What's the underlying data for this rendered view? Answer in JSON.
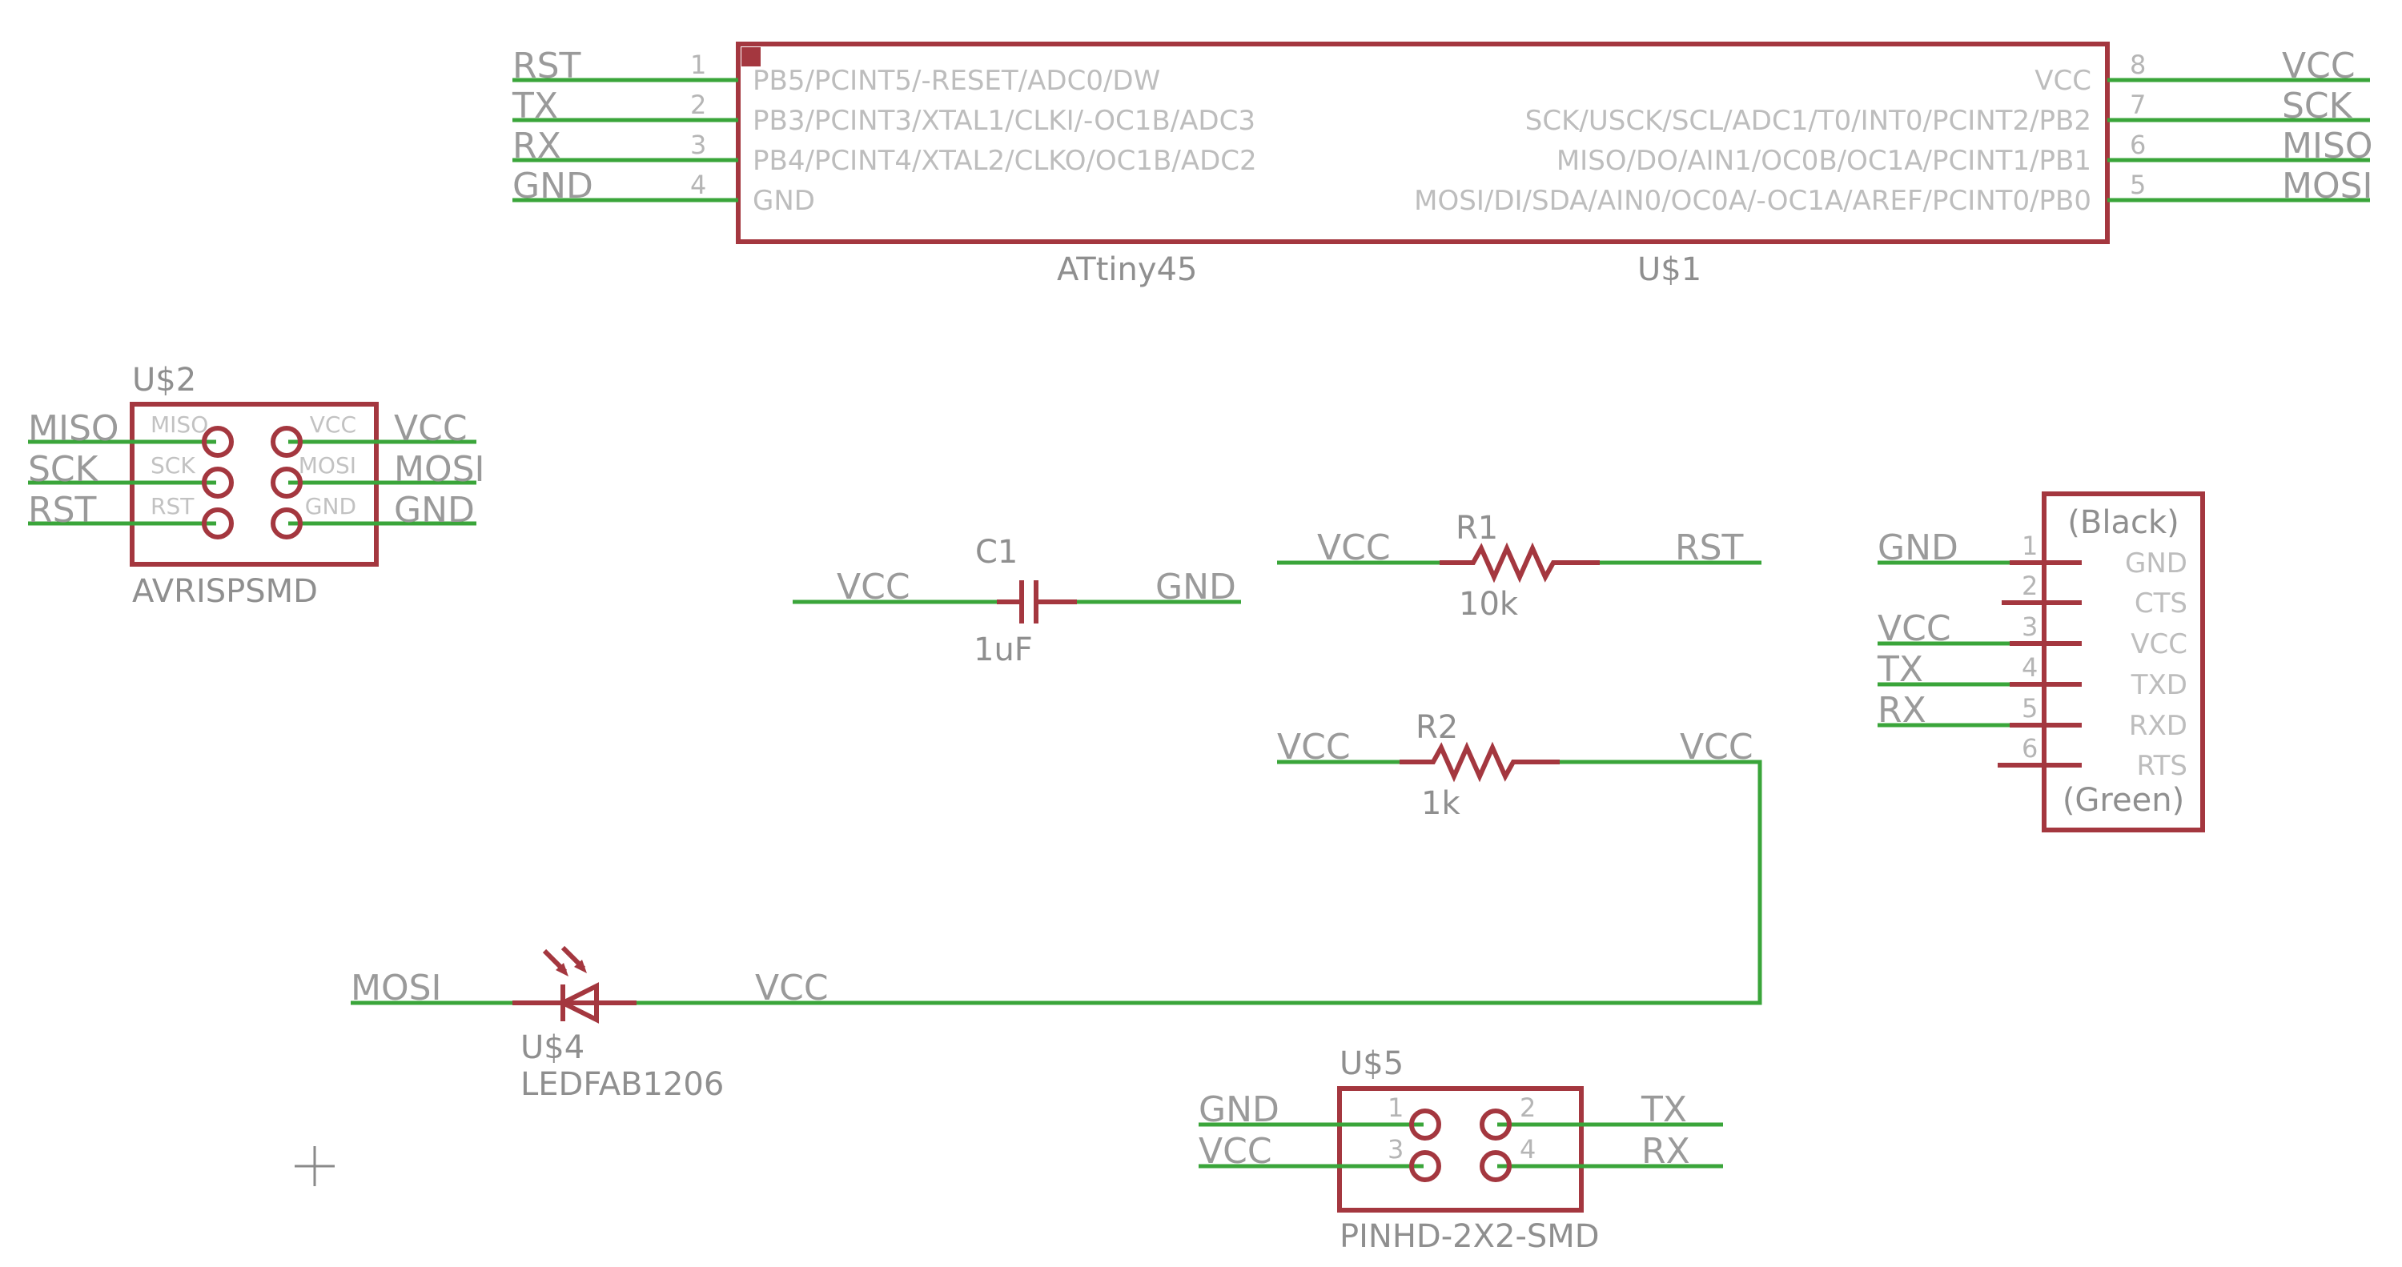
{
  "u1": {
    "name": "ATtiny45",
    "ref": "U$1",
    "left_pins": [
      {
        "num": "1",
        "label": "PB5/PCINT5/-RESET/ADC0/DW",
        "net": "RST"
      },
      {
        "num": "2",
        "label": "PB3/PCINT3/XTAL1/CLKI/-OC1B/ADC3",
        "net": "TX"
      },
      {
        "num": "3",
        "label": "PB4/PCINT4/XTAL2/CLKO/OC1B/ADC2",
        "net": "RX"
      },
      {
        "num": "4",
        "label": "GND",
        "net": "GND"
      }
    ],
    "right_pins": [
      {
        "num": "8",
        "label": "VCC",
        "net": "VCC"
      },
      {
        "num": "7",
        "label": "SCK/USCK/SCL/ADC1/T0/INT0/PCINT2/PB2",
        "net": "SCK"
      },
      {
        "num": "6",
        "label": "MISO/DO/AIN1/OC0B/OC1A/PCINT1/PB1",
        "net": "MISO"
      },
      {
        "num": "5",
        "label": "MOSI/DI/SDA/AIN0/OC0A/-OC1A/AREF/PCINT0/PB0",
        "net": "MOSI"
      }
    ]
  },
  "u2": {
    "ref": "U$2",
    "name": "AVRISPSMD",
    "left_pins": [
      {
        "label": "MISO",
        "net": "MISO"
      },
      {
        "label": "SCK",
        "net": "SCK"
      },
      {
        "label": "RST",
        "net": "RST"
      }
    ],
    "right_pins": [
      {
        "label": "VCC",
        "net": "VCC"
      },
      {
        "label": "MOSI",
        "net": "MOSI"
      },
      {
        "label": "GND",
        "net": "GND"
      }
    ]
  },
  "c1": {
    "ref": "C1",
    "value": "1uF",
    "net_left": "VCC",
    "net_right": "GND"
  },
  "r1": {
    "ref": "R1",
    "value": "10k",
    "net_left": "VCC",
    "net_right": "RST"
  },
  "r2": {
    "ref": "R2",
    "value": "1k",
    "net_left": "VCC",
    "net_right": "VCC"
  },
  "ftdi": {
    "top_label": "(Black)",
    "bottom_label": "(Green)",
    "pins": [
      {
        "num": "1",
        "label": "GND",
        "net": "GND"
      },
      {
        "num": "2",
        "label": "CTS",
        "net": ""
      },
      {
        "num": "3",
        "label": "VCC",
        "net": "VCC"
      },
      {
        "num": "4",
        "label": "TXD",
        "net": "TX"
      },
      {
        "num": "5",
        "label": "RXD",
        "net": "RX"
      },
      {
        "num": "6",
        "label": "RTS",
        "net": ""
      }
    ]
  },
  "led": {
    "ref": "U$4",
    "name": "LEDFAB1206",
    "net_left": "MOSI",
    "net_right": "VCC"
  },
  "u5": {
    "ref": "U$5",
    "name": "PINHD-2X2-SMD",
    "pins": [
      {
        "num": "1",
        "net": "GND"
      },
      {
        "num": "2",
        "net": "TX"
      },
      {
        "num": "3",
        "net": "VCC"
      },
      {
        "num": "4",
        "net": "RX"
      }
    ]
  },
  "colors": {
    "wire": "#3aa53a",
    "part": "#a4373f",
    "text": "#9a9a9a"
  }
}
